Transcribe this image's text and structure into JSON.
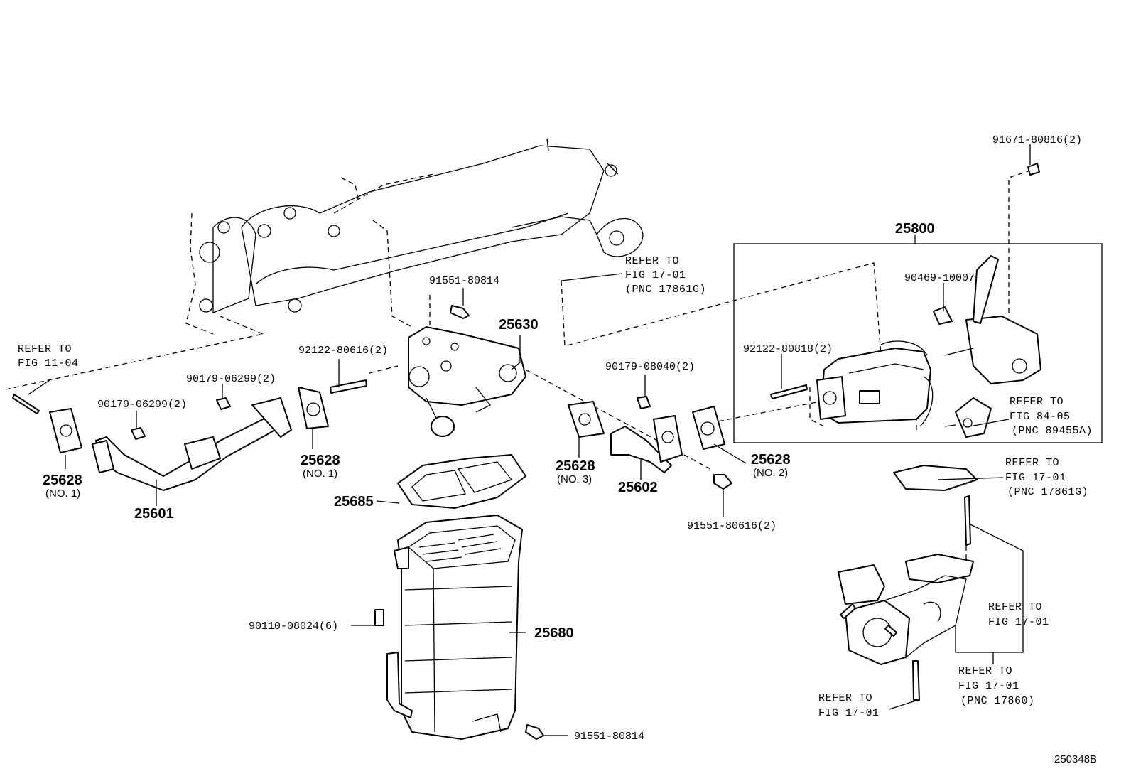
{
  "diagram_code": "250348B",
  "labels": {
    "p91671": "91671-80816(2)",
    "p25800": "25800",
    "p90469": "90469-10007",
    "p92122_818": "92122-80818(2)",
    "p91551_top": "91551-80814",
    "p25630": "25630",
    "p92122_616": "92122-80616(2)",
    "p90179_299a": "90179-06299(2)",
    "p90179_299b": "90179-06299(2)",
    "p90179_040": "90179-08040(2)",
    "p25628_left": "25628",
    "p25628_left_sub": "(NO. 1)",
    "p25628_mid": "25628",
    "p25628_mid_sub": "(NO. 1)",
    "p25628_no3": "25628",
    "p25628_no3_sub": "(NO. 3)",
    "p25628_no2": "25628",
    "p25628_no2_sub": "(NO. 2)",
    "p25601": "25601",
    "p25602": "25602",
    "p25685": "25685",
    "p25680": "25680",
    "p91551_616": "91551-80616(2)",
    "p90110": "90110-08024(6)",
    "p91551_bottom": "91551-80814"
  },
  "refs": {
    "fig1104": [
      "REFER TO",
      "FIG 11-04"
    ],
    "fig1701_top": [
      "REFER TO",
      "FIG 17-01",
      "(PNC 17861G)"
    ],
    "fig8405": [
      "REFER TO",
      "FIG 84-05",
      "(PNC 89455A)"
    ],
    "fig1701_right": [
      "REFER TO",
      "FIG 17-01",
      "(PNC 17861G)"
    ],
    "fig1701_mid": [
      "REFER TO",
      "FIG 17-01"
    ],
    "fig1701_pnc17860": [
      "REFER TO",
      "FIG 17-01",
      "(PNC 17860)"
    ],
    "fig1701_bottom": [
      "REFER TO",
      "FIG 17-01"
    ]
  }
}
